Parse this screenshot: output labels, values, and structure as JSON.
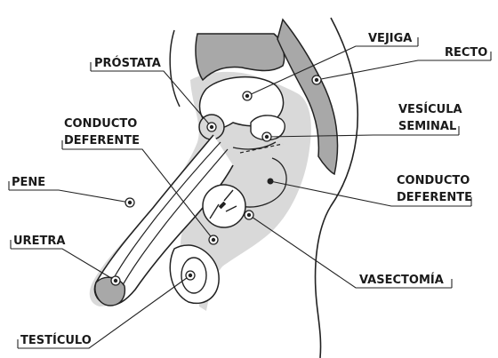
{
  "labels": {
    "prostata": "PRÓSTATA",
    "conducto_left_1": "CONDUCTO",
    "conducto_left_2": "DEFERENTE",
    "pene": "PENE",
    "uretra": "URETRA",
    "testiculo": "TESTÍCULO",
    "vejiga": "VEJIGA",
    "recto": "RECTO",
    "vesicula_1": "VESÍCULA",
    "vesicula_2": "SEMINAL",
    "conducto_right_1": "CONDUCTO",
    "conducto_right_2": "DEFERENTE",
    "vasectomia": "VASECTOMÍA"
  },
  "colors": {
    "shade": "#d9d9d9",
    "dark_shade": "#a8a8a8",
    "outline": "#222222"
  }
}
